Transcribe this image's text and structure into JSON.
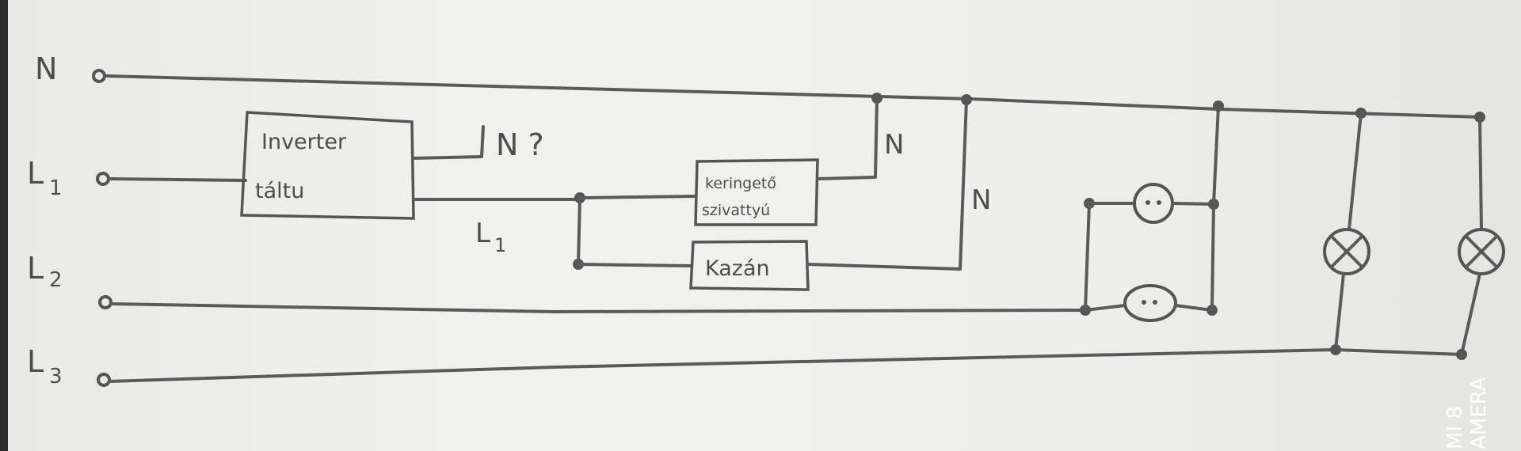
{
  "labels": {
    "N": "N",
    "L1": "L",
    "L1_sub": "1",
    "L2": "L",
    "L2_sub": "2",
    "L3": "L",
    "L3_sub": "3",
    "inverter_line1": "Inverter",
    "inverter_line2": "táltu",
    "n_question": "N ?",
    "l1_mid": "L",
    "l1_mid_sub": "1",
    "keringeto_line1": "keringető",
    "keringeto_line2": "szivattyú",
    "kazan": "Kazán",
    "n_right1": "N",
    "n_right2": "N"
  },
  "watermark": {
    "line1": "MI 8",
    "line2": "AMERA"
  },
  "colors": {
    "ink": "#555555",
    "paper": "#eeeeec"
  }
}
